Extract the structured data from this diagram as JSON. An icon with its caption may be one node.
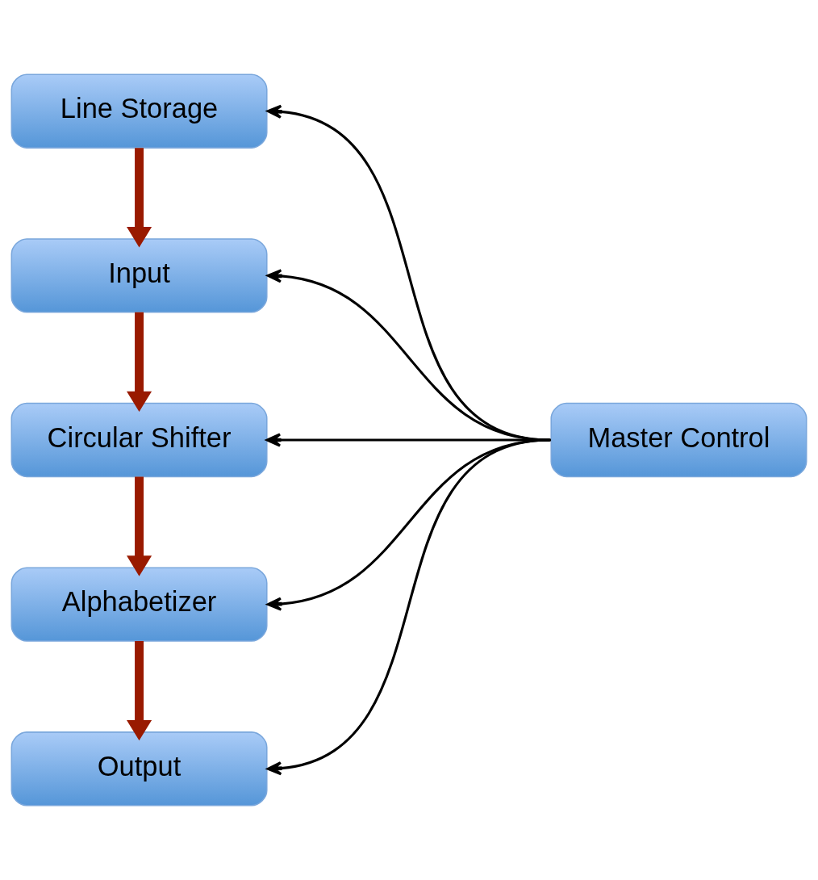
{
  "diagram": {
    "nodes": [
      {
        "text": [
          "Line Storage"
        ]
      },
      {
        "text": [
          "Input"
        ]
      },
      {
        "text": [
          "Circular Shifter"
        ]
      },
      {
        "text": [
          "Alphabetizer"
        ]
      },
      {
        "text": [
          "Output"
        ]
      },
      {
        "text": [
          "Master Control"
        ]
      }
    ],
    "edges": [
      {
        "from": 0,
        "to": 1,
        "arrow": "to",
        "style": "thick",
        "color": "#991a00"
      },
      {
        "from": 1,
        "to": 2,
        "arrow": "to",
        "style": "thick",
        "color": "#991a00"
      },
      {
        "from": 2,
        "to": 3,
        "arrow": "to",
        "style": "thick",
        "color": "#991a00"
      },
      {
        "from": 3,
        "to": 4,
        "arrow": "to",
        "style": "thick",
        "color": "#991a00"
      },
      {
        "from": 5,
        "to": 0,
        "arrow": "to"
      },
      {
        "from": 5,
        "to": 1,
        "arrow": "to"
      },
      {
        "from": 5,
        "to": 2,
        "arrow": "to"
      },
      {
        "from": 5,
        "to": 3,
        "arrow": "to"
      },
      {
        "from": 5,
        "to": 4,
        "arrow": "to"
      }
    ]
  }
}
